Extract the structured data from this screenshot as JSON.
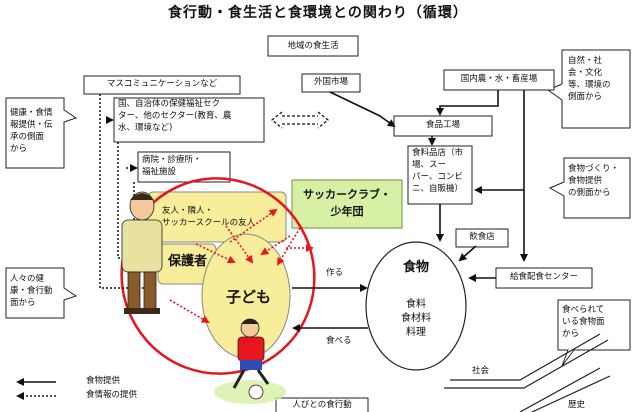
{
  "diagram": {
    "title": "食行動・食生活と食環境との関わり（循環）",
    "labels": {
      "local_food_life": "地域の食生活",
      "mass_comm": "マスコミュニケーションなど",
      "gov_sector": [
        "国、自治体の保健福祉セク",
        "ター、他のセクター(教育、農",
        "水、環境など)"
      ],
      "hospital": [
        "病院・診療所・",
        "福祉施設"
      ],
      "friends": [
        "友人・隣人・",
        "サッカースクールの友人"
      ],
      "soccer_club": [
        "サッカークラブ・",
        "少年団"
      ],
      "guardian": "保護者",
      "child": "子ども",
      "food_center": "食物",
      "food_sub": [
        "食料",
        "食材料",
        "料理"
      ],
      "foreign_market": "外国市場",
      "domestic": "国内農・水・畜産場",
      "factory": "食品工場",
      "food_store": [
        "食料品店（市",
        "場、スー",
        "パー、コンビ",
        "ニ、自販機）"
      ],
      "restaurant": "飲食店",
      "meal_center": "給食配食センター",
      "make": "作る",
      "eat": "食べる",
      "society": "社会",
      "history": "歴史",
      "people_food_behavior": "人びとの食行動",
      "side_health_info": [
        "健康・食情",
        "報提供・伝",
        "承の側面",
        "から"
      ],
      "side_health_behavior": [
        "人々の健",
        "康・食行動",
        "面から"
      ],
      "side_nature": [
        "自然・社",
        "会・文化",
        "等、環境の",
        "側面から"
      ],
      "side_food_making": [
        "食物づくり・",
        "食物提供",
        "の側面から"
      ],
      "side_eaten_food": [
        "食べられて",
        "いる食物面",
        "から"
      ],
      "legend_food": "食物提供",
      "legend_info": "食情報の提供"
    },
    "colors": {
      "green_box": "#d7f0a5",
      "yellow_box": "#f7ed9a",
      "red": "#e8141e",
      "arrow": "#111111"
    }
  }
}
